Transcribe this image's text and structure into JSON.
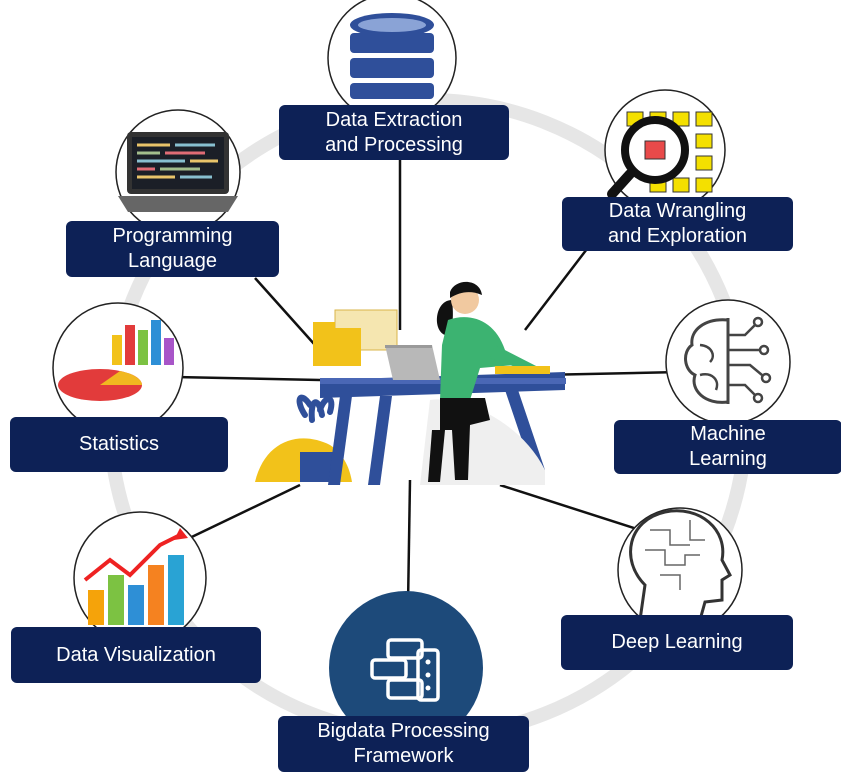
{
  "center": {
    "label": ""
  },
  "topics": {
    "extraction": {
      "label": "Data Extraction\nand Processing",
      "icon": "database-icon"
    },
    "wrangling": {
      "label": "Data Wrangling\nand Exploration",
      "icon": "magnifier-grid-icon"
    },
    "ml": {
      "label": "Machine\nLearning",
      "icon": "brain-circuit-icon"
    },
    "dl": {
      "label": "Deep Learning",
      "icon": "head-circuit-icon"
    },
    "bigdata": {
      "label": "Bigdata Processing\nFramework",
      "icon": "server-stack-icon"
    },
    "viz": {
      "label": "Data Visualization",
      "icon": "bar-chart-trend-icon"
    },
    "stats": {
      "label": "Statistics",
      "icon": "pie-bar-chart-icon"
    },
    "prog": {
      "label": "Programming\nLanguage",
      "icon": "laptop-code-icon"
    }
  },
  "colors": {
    "label_bg": "#0d2156",
    "ring": "#e4e4e4",
    "accent_blue": "#2f4f9a"
  }
}
